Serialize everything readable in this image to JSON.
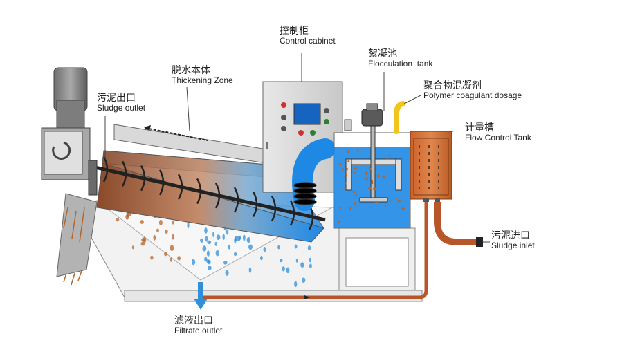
{
  "diagram": {
    "labels": {
      "control_cabinet": {
        "zh": "控制柜",
        "en": "Control cabinet"
      },
      "flocculation_tank": {
        "zh": "絮凝池",
        "en": "Flocculation  tank"
      },
      "polymer_dosage": {
        "zh": "聚合物混凝剂",
        "en": "Polymer coagulant dosage"
      },
      "flow_control_tank": {
        "zh": "计量槽",
        "en": "Flow Control Tank"
      },
      "thickening_zone": {
        "zh": "脱水本体",
        "en": "Thickening Zone"
      },
      "sludge_outlet": {
        "zh": "污泥出口",
        "en": "Sludge outlet"
      },
      "sludge_inlet": {
        "zh": "污泥进口",
        "en": "Sludge inlet"
      },
      "filtrate_outlet": {
        "zh": "滤液出口",
        "en": "Filtrate outlet"
      }
    },
    "colors": {
      "sludge": "#b5652b",
      "water": "#2f8fd8",
      "tank_water": "#1e88e5",
      "metal": "#cfcfcf",
      "pipe": "#b8562a",
      "dosage_pipe": "#f2c51d"
    }
  }
}
